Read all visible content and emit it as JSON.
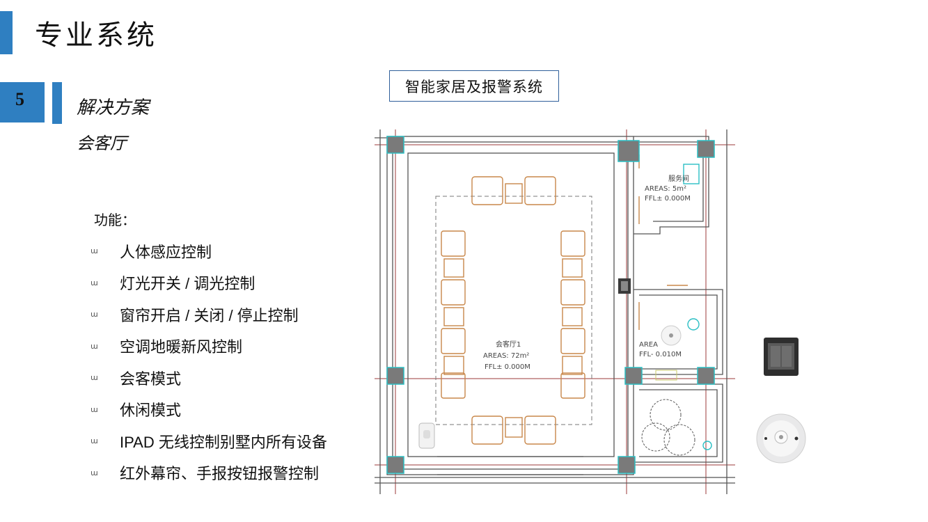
{
  "page": {
    "title": "专业系统",
    "section_number": "5",
    "section_title": "解决方案",
    "section_subtitle": "会客厅"
  },
  "features": {
    "heading": "功能：",
    "bullet_glyph": "ɯ",
    "items": [
      "人体感应控制",
      "灯光开关 / 调光控制",
      "窗帘开启 / 关闭 / 停止控制",
      "空调地暖新风控制",
      "会客模式",
      "休闲模式",
      "IPAD 无线控制别墅内所有设备",
      "红外幕帘、手报按钮报警控制"
    ]
  },
  "floor_plan": {
    "title": "智能家居及报警系统",
    "rooms": [
      {
        "name": "会客厅1",
        "area": "AREAS: 72m²",
        "ffl": "FFL± 0.000M"
      },
      {
        "name": "服务间",
        "area": "AREAS: 5m²",
        "ffl": "FFL± 0.000M"
      },
      {
        "name": "",
        "area": "AREA",
        "ffl": "FFL- 0.010M"
      }
    ]
  },
  "colors": {
    "accent_blue": "#2f7fc1",
    "plan_wall": "#555555",
    "furniture": "#c8874a",
    "column_fill": "#7a7a7a",
    "column_border": "#2bbfc4",
    "axis_line": "#9b3a3a"
  },
  "icons": {
    "wall_panel": "smart-switch-panel-icon",
    "ceiling_sensor": "ceiling-sensor-icon",
    "pir_detector": "pir-detector-icon"
  }
}
